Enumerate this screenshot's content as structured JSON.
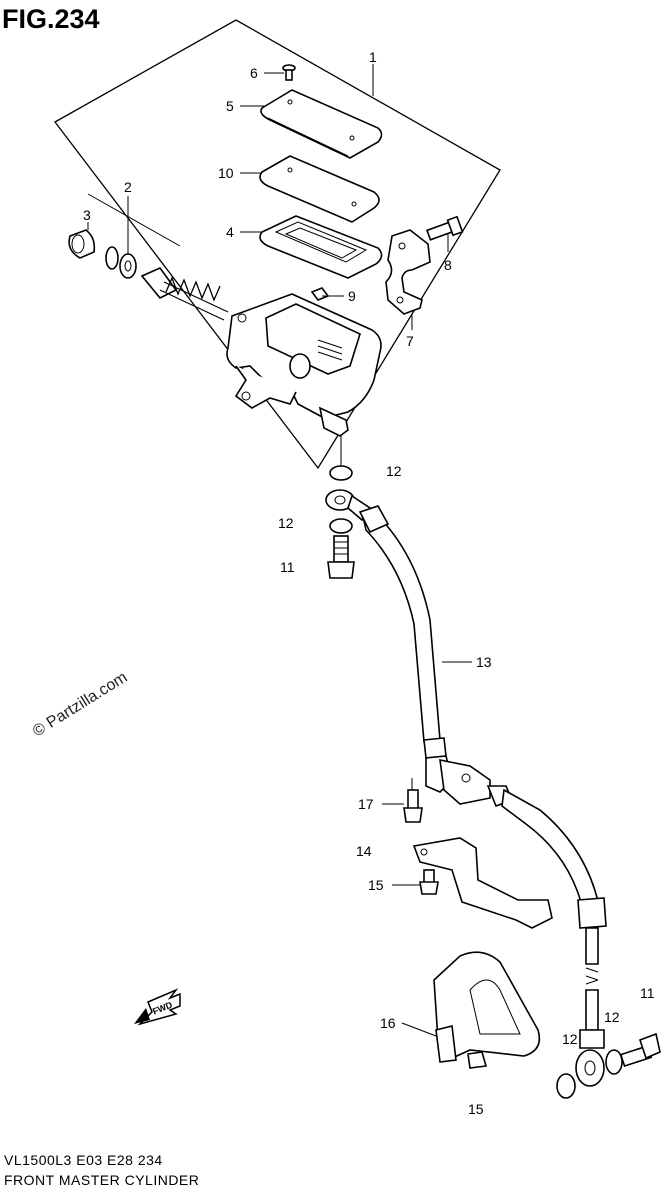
{
  "figure": {
    "title": "FIG.234",
    "model_line": "VL1500L3  E03  E28  234",
    "name": "FRONT MASTER CYLINDER",
    "watermark": "© Partzilla.com",
    "fwd_label": "FWD"
  },
  "callouts": [
    {
      "id": "c1",
      "label": "1"
    },
    {
      "id": "c2",
      "label": "2"
    },
    {
      "id": "c3",
      "label": "3"
    },
    {
      "id": "c4",
      "label": "4"
    },
    {
      "id": "c5",
      "label": "5"
    },
    {
      "id": "c6",
      "label": "6"
    },
    {
      "id": "c7",
      "label": "7"
    },
    {
      "id": "c8",
      "label": "8"
    },
    {
      "id": "c9",
      "label": "9"
    },
    {
      "id": "c10",
      "label": "10"
    },
    {
      "id": "c11a",
      "label": "11"
    },
    {
      "id": "c11b",
      "label": "11"
    },
    {
      "id": "c12a",
      "label": "12"
    },
    {
      "id": "c12b",
      "label": "12"
    },
    {
      "id": "c12c",
      "label": "12"
    },
    {
      "id": "c12d",
      "label": "12"
    },
    {
      "id": "c13",
      "label": "13"
    },
    {
      "id": "c14",
      "label": "14"
    },
    {
      "id": "c15a",
      "label": "15"
    },
    {
      "id": "c15b",
      "label": "15"
    },
    {
      "id": "c16",
      "label": "16"
    },
    {
      "id": "c17",
      "label": "17"
    }
  ]
}
